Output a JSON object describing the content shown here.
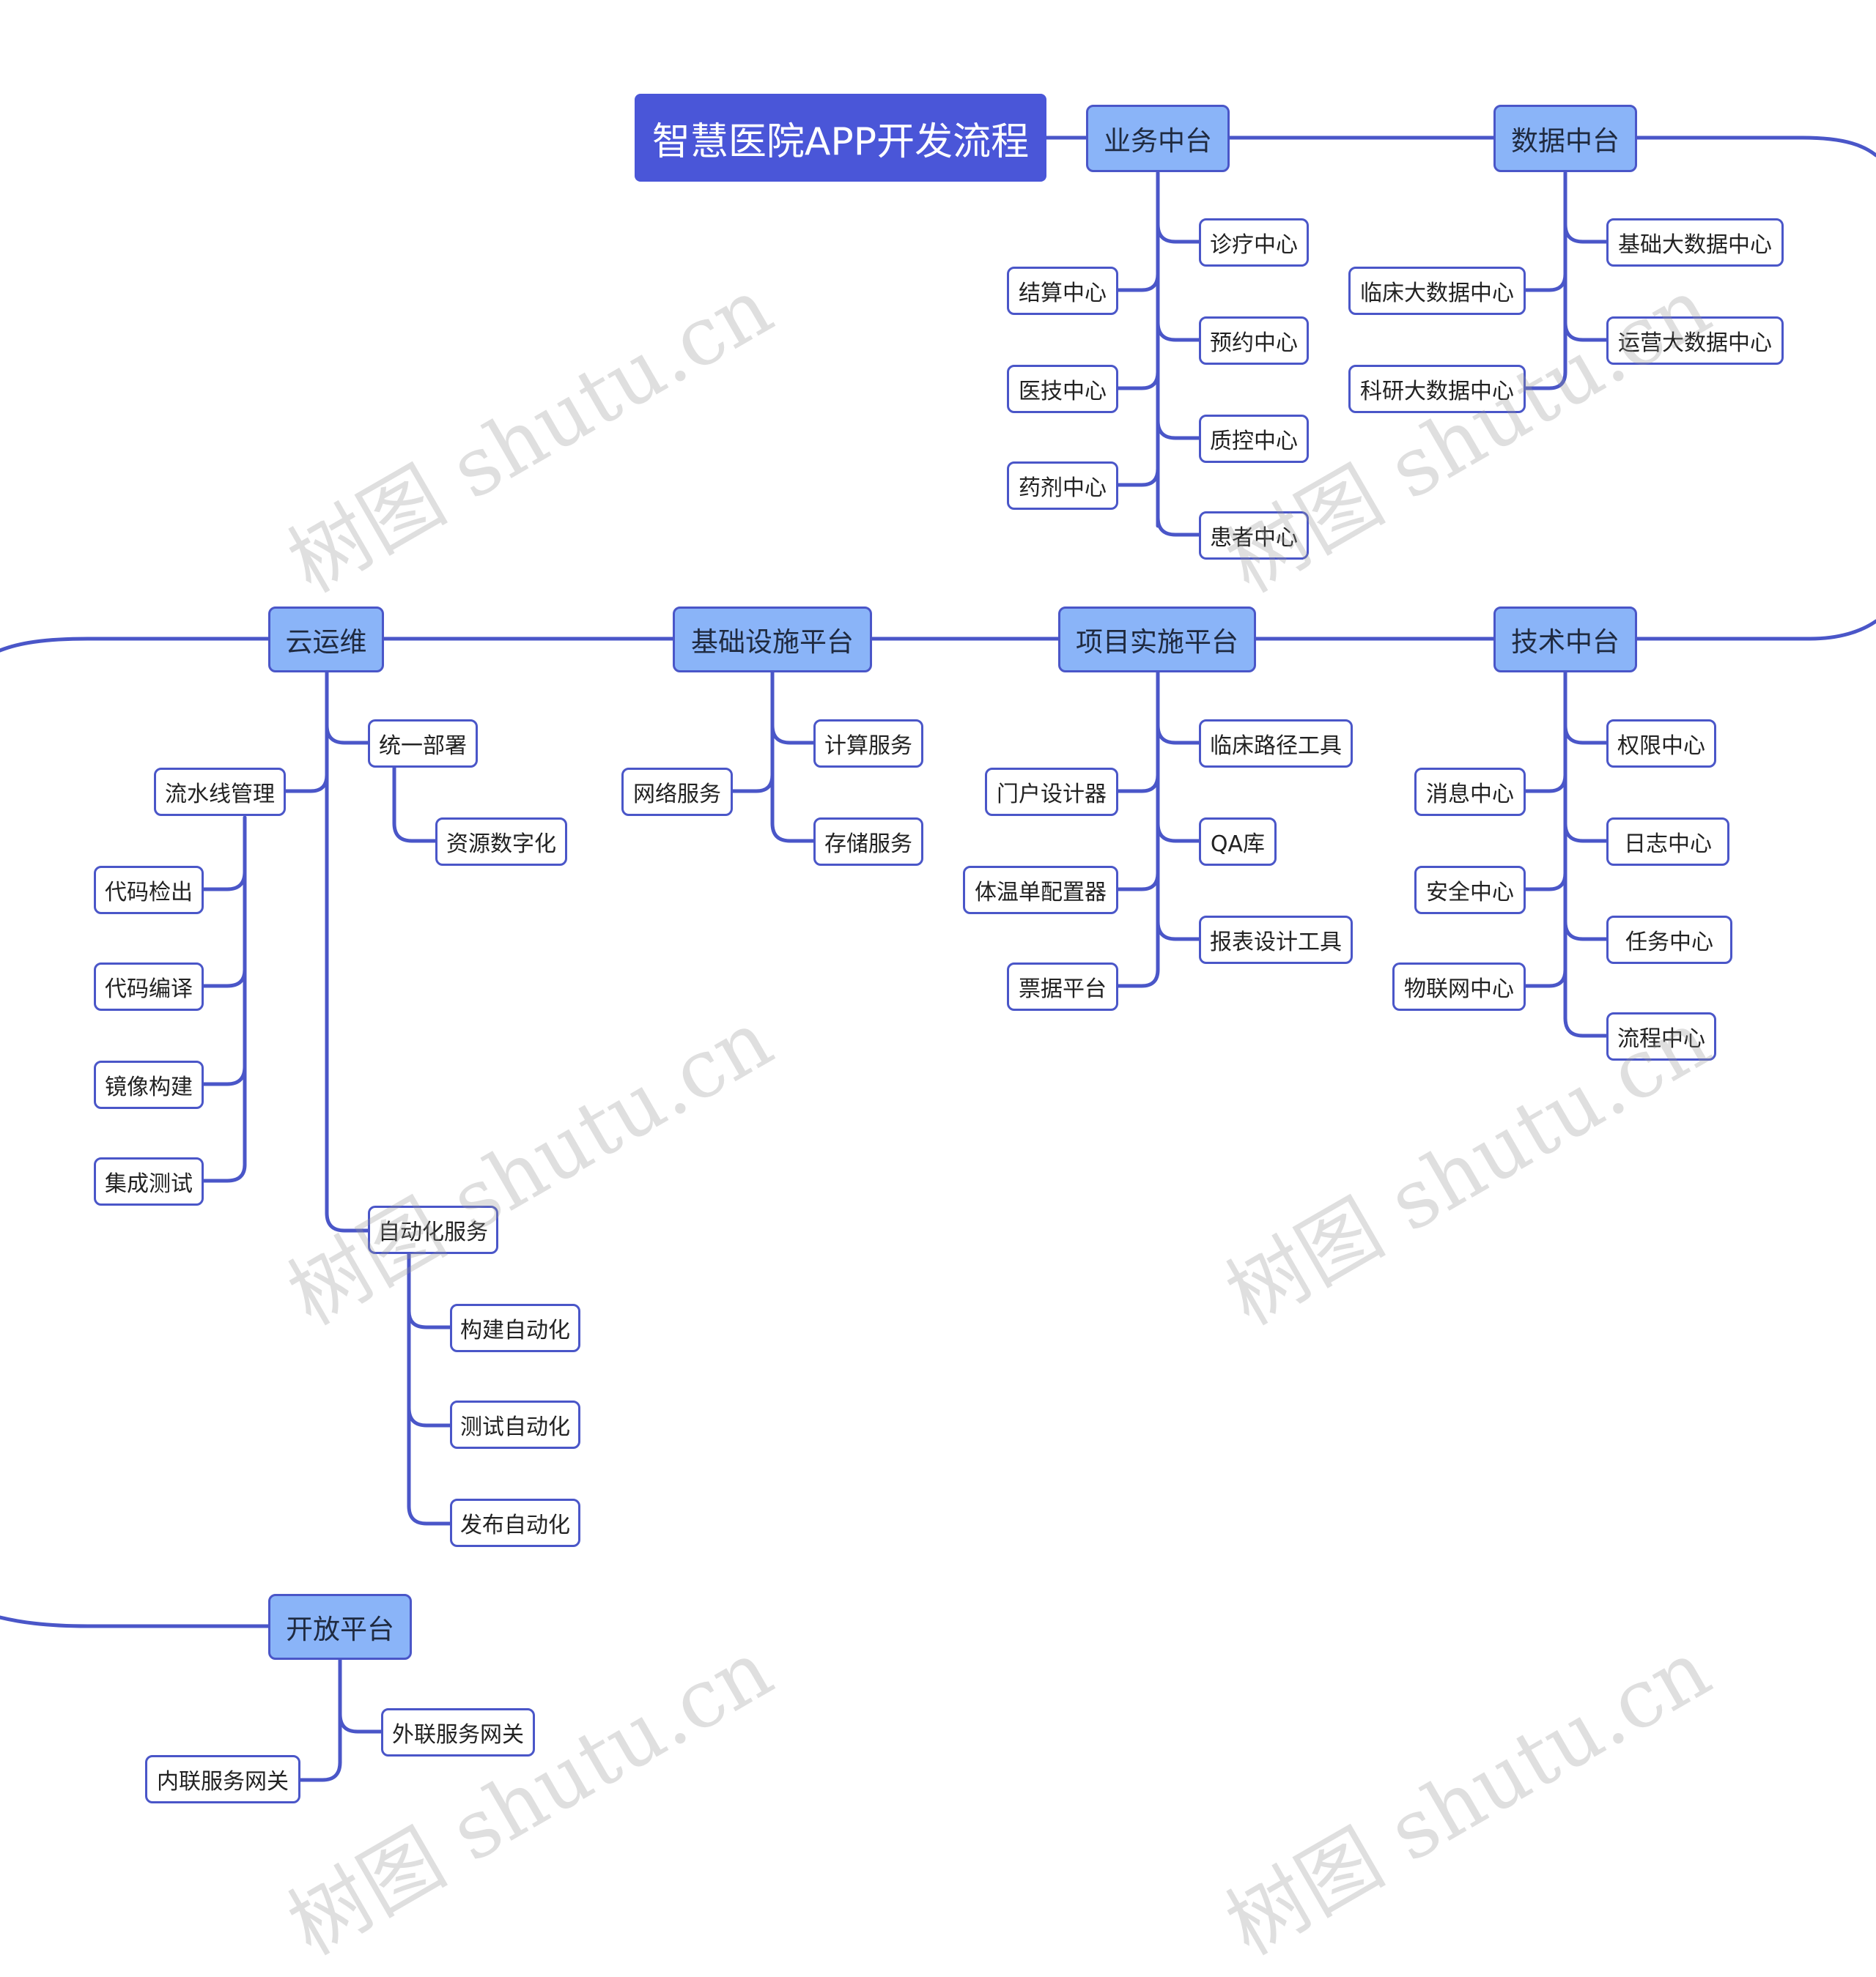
{
  "title": "智慧医院APP开发流程",
  "watermark": "树图 shutu.cn",
  "colors": {
    "root": "#4a56d8",
    "main": "#8ab4f8",
    "line": "#4a56c8"
  },
  "branches": {
    "yewu": {
      "label": "业务中台",
      "children": [
        "诊疗中心",
        "结算中心",
        "预约中心",
        "医技中心",
        "质控中心",
        "药剂中心",
        "患者中心"
      ]
    },
    "shuju": {
      "label": "数据中台",
      "children": [
        "基础大数据中心",
        "临床大数据中心",
        "运营大数据中心",
        "科研大数据中心"
      ]
    },
    "jishu": {
      "label": "技术中台",
      "children": [
        "权限中心",
        "消息中心",
        "日志中心",
        "安全中心",
        "任务中心",
        "物联网中心",
        "流程中心"
      ]
    },
    "xiangmu": {
      "label": "项目实施平台",
      "children": [
        "临床路径工具",
        "门户设计器",
        "QA库",
        "体温单配置器",
        "报表设计工具",
        "票据平台"
      ]
    },
    "jichu": {
      "label": "基础设施平台",
      "children": [
        "计算服务",
        "网络服务",
        "存储服务"
      ]
    },
    "yunyw": {
      "label": "云运维",
      "tongyi": "统一部署",
      "ziyuan": "资源数字化",
      "liushui": "流水线管理",
      "liushui_children": [
        "代码检出",
        "代码编译",
        "镜像构建",
        "集成测试"
      ],
      "zidong": "自动化服务",
      "zidong_children": [
        "构建自动化",
        "测试自动化",
        "发布自动化"
      ]
    },
    "kaifang": {
      "label": "开放平台",
      "children": [
        "外联服务网关",
        "内联服务网关"
      ]
    }
  }
}
